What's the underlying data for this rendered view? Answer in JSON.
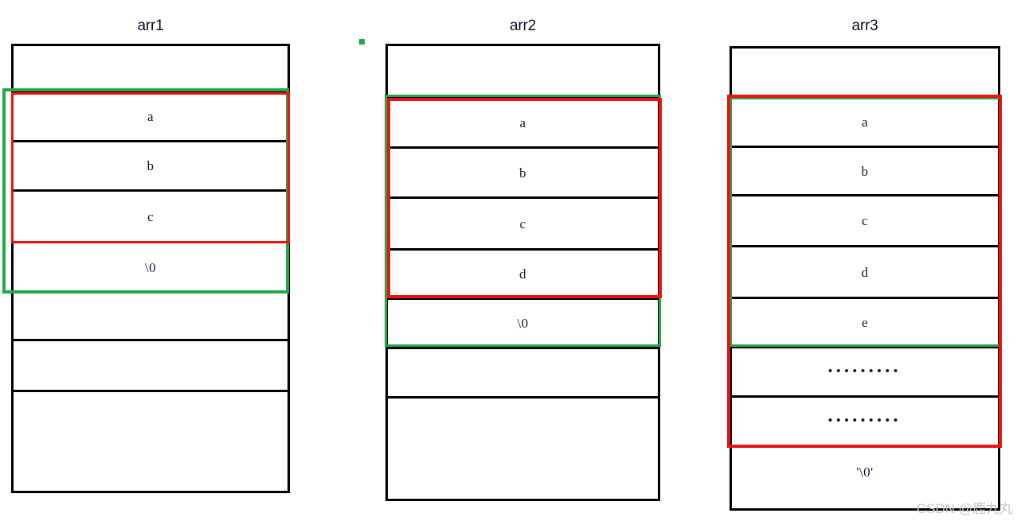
{
  "diagram": {
    "title_font_color": "#0f0f2a",
    "accent_green": "#22A84A",
    "accent_red": "#F01010",
    "outline_black": "#000000"
  },
  "arrays": [
    {
      "name": "arr1",
      "cells": [
        {
          "label": ""
        },
        {
          "label": "a"
        },
        {
          "label": "b"
        },
        {
          "label": "c"
        },
        {
          "label": "\\0"
        },
        {
          "label": ""
        },
        {
          "label": ""
        },
        {
          "label": ""
        }
      ],
      "highlights": [
        {
          "color": "green",
          "from_cell": 1,
          "to_cell": 4
        },
        {
          "color": "red",
          "from_cell": 1,
          "to_cell": 3
        }
      ]
    },
    {
      "name": "arr2",
      "cells": [
        {
          "label": ""
        },
        {
          "label": "a"
        },
        {
          "label": "b"
        },
        {
          "label": "c"
        },
        {
          "label": "d"
        },
        {
          "label": "\\0"
        },
        {
          "label": ""
        },
        {
          "label": ""
        }
      ],
      "highlights": [
        {
          "color": "green",
          "from_cell": 1,
          "to_cell": 5
        },
        {
          "color": "red",
          "from_cell": 1,
          "to_cell": 4
        }
      ]
    },
    {
      "name": "arr3",
      "cells": [
        {
          "label": ""
        },
        {
          "label": "a"
        },
        {
          "label": "b"
        },
        {
          "label": "c"
        },
        {
          "label": "d"
        },
        {
          "label": "e"
        },
        {
          "label": "•••••••••"
        },
        {
          "label": "•••••••••"
        },
        {
          "label": "'\\0'"
        }
      ],
      "highlights": [
        {
          "color": "green",
          "from_cell": 1,
          "to_cell": 5
        },
        {
          "color": "red",
          "from_cell": 1,
          "to_cell": 7
        }
      ]
    }
  ],
  "marks": {
    "green_dot_label": "green-square-mark"
  },
  "watermark": {
    "text": "CSDN @鹿九丸"
  }
}
